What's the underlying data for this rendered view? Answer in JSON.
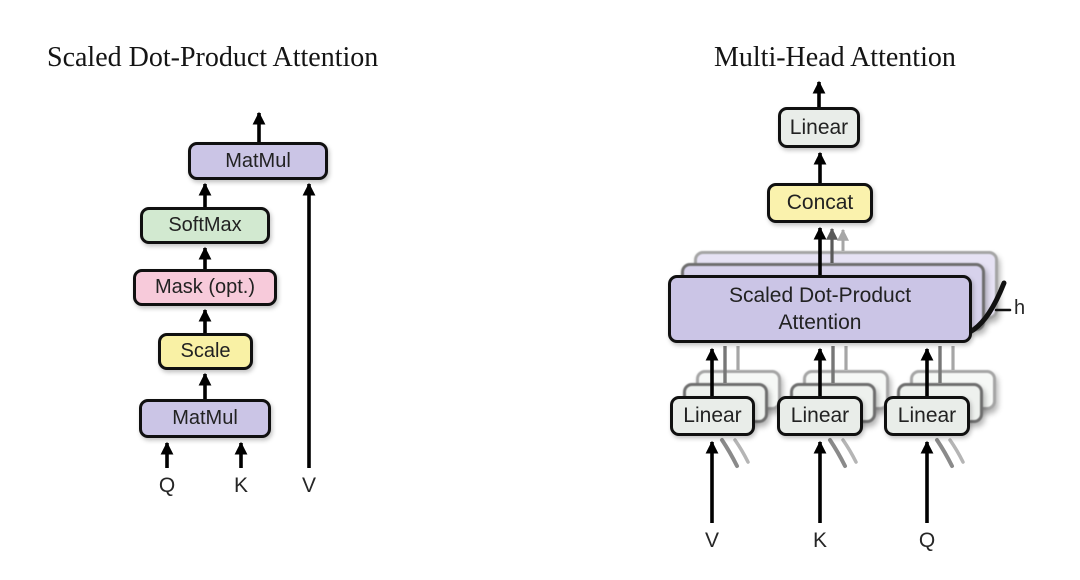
{
  "figure": {
    "left": {
      "title": "Scaled Dot-Product Attention",
      "matmul_top": "MatMul",
      "softmax": "SoftMax",
      "mask": "Mask (opt.)",
      "scale": "Scale",
      "matmul_bottom": "MatMul",
      "input_q": "Q",
      "input_k": "K",
      "input_v": "V"
    },
    "right": {
      "title": "Multi-Head Attention",
      "linear_out": "Linear",
      "concat": "Concat",
      "attention_line1": "Scaled Dot-Product",
      "attention_line2": "Attention",
      "linear_v": "Linear",
      "linear_k": "Linear",
      "linear_q": "Linear",
      "input_v": "V",
      "input_k": "K",
      "input_q": "Q",
      "heads_label": "h"
    },
    "colors": {
      "matmul_purple": "#cbc5e6",
      "softmax_green": "#d2e9d0",
      "mask_pink": "#f7cada",
      "scale_yellow": "#f9f1a5",
      "concat_yellow": "#faf2ad",
      "linear_gray": "#e9ede9",
      "box_border": "#101010",
      "arrow_black": "#000000",
      "ghost_gray_dark": "#6e6e6e",
      "ghost_gray_light": "#a5a5a5"
    }
  }
}
